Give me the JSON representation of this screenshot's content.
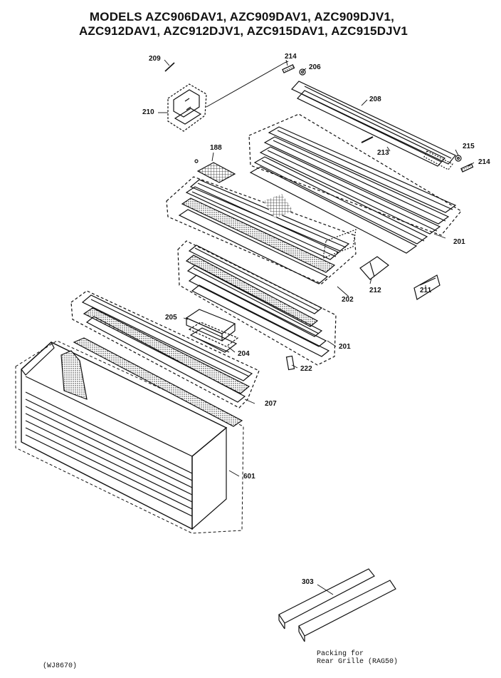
{
  "title": {
    "line1": "MODELS AZC906DAV1, AZC909DAV1, AZC909DJV1,",
    "line2": "AZC912DAV1, AZC912DJV1, AZC915DAV1, AZC915DJV1"
  },
  "callouts": {
    "c188": "188",
    "c201a": "201",
    "c201b": "201",
    "c202": "202",
    "c204": "204",
    "c205": "205",
    "c206": "206",
    "c207": "207",
    "c208": "208",
    "c209": "209",
    "c210": "210",
    "c211": "211",
    "c212": "212",
    "c213": "213",
    "c214a": "214",
    "c214b": "214",
    "c215": "215",
    "c222": "222",
    "c303": "303",
    "c601": "601"
  },
  "footer": {
    "code": "(WJ8670)",
    "packing_line1": "Packing for",
    "packing_line2": "Rear Grille (RAG50)"
  }
}
